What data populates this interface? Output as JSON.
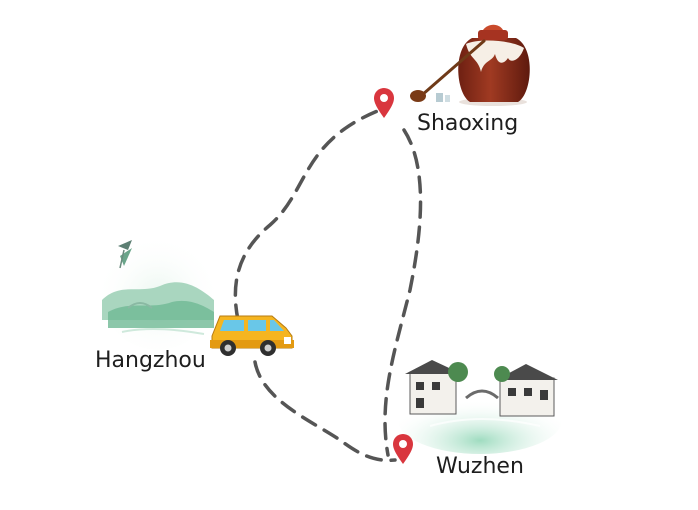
{
  "cities": {
    "shaoxing": {
      "name": "Shaoxing"
    },
    "hangzhou": {
      "name": "Hangzhou"
    },
    "wuzhen": {
      "name": "Wuzhen"
    }
  },
  "route": {
    "order": [
      "Hangzhou",
      "Shaoxing",
      "Wuzhen",
      "Hangzhou"
    ],
    "style": "dashed",
    "color": "#555555"
  },
  "markers": {
    "pin_color": "#d9363e"
  },
  "icons": {
    "shaoxing": "wine-jar-icon",
    "hangzhou": "west-lake-landscape-icon",
    "wuzhen": "water-town-icon",
    "vehicle": "car-icon"
  },
  "colors": {
    "car_body": "#f5b520",
    "lake_green": "#8fd0b0",
    "jar": "#8b2e1c"
  }
}
